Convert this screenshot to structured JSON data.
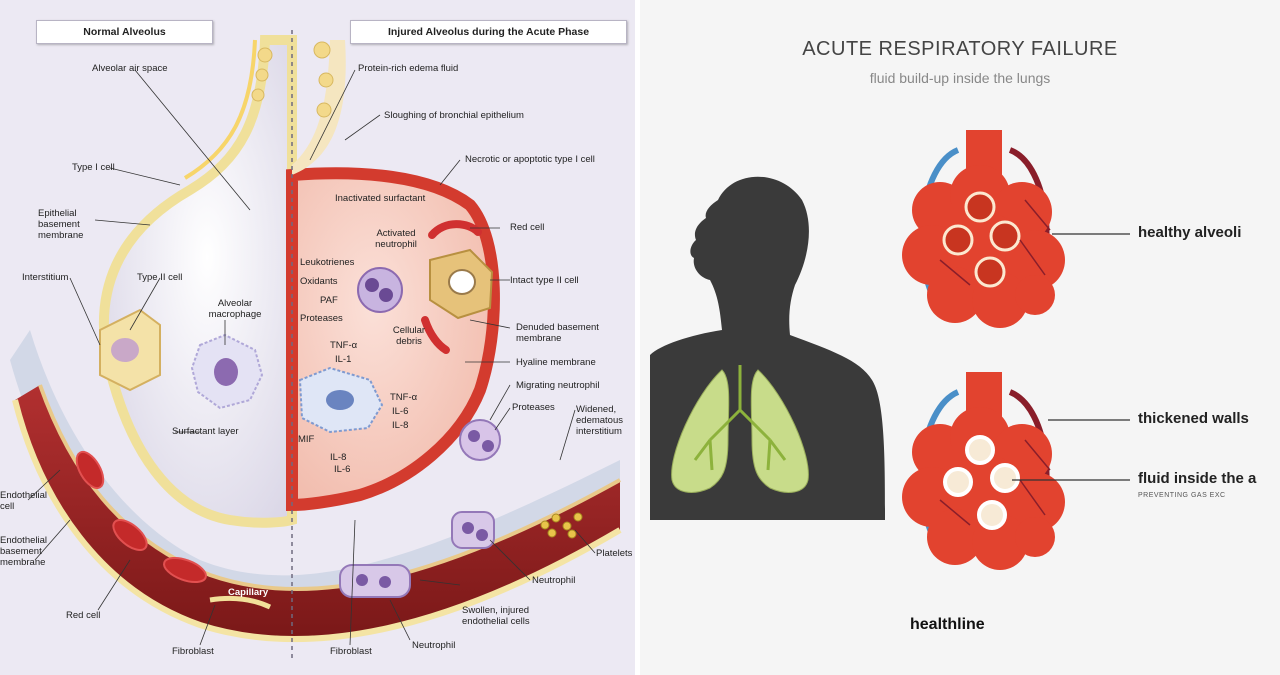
{
  "left": {
    "header_normal": "Normal Alveolus",
    "header_injured": "Injured Alveolus during the Acute Phase",
    "labels_normal": {
      "alveolar_air_space": "Alveolar air space",
      "type_i_cell": "Type I cell",
      "epithelial_basement_membrane": "Epithelial basement membrane",
      "interstitium": "Interstitium",
      "type_ii_cell": "Type II cell",
      "alveolar_macrophage": "Alveolar macrophage",
      "surfactant_layer": "Surfactant layer",
      "endothelial_cell": "Endothelial cell",
      "endothelial_basement_membrane": "Endothelial basement membrane",
      "red_cell": "Red cell",
      "capillary": "Capillary",
      "fibroblast_left": "Fibroblast",
      "fibroblast_right": "Fibroblast"
    },
    "labels_injured": {
      "protein_rich_edema_fluid": "Protein-rich edema fluid",
      "sloughing_bronchial_epithelium": "Sloughing of bronchial epithelium",
      "necrotic_type_i_cell": "Necrotic or apoptotic type I cell",
      "inactivated_surfactant": "Inactivated surfactant",
      "activated_neutrophil": "Activated neutrophil",
      "red_cell": "Red cell",
      "leukotrienes": "Leukotrienes",
      "oxidants": "Oxidants",
      "paf": "PAF",
      "proteases": "Proteases",
      "intact_type_ii_cell": "Intact type II cell",
      "cellular_debris": "Cellular debris",
      "denuded_basement_membrane": "Denuded basement membrane",
      "hyaline_membrane": "Hyaline membrane",
      "migrating_neutrophil": "Migrating neutrophil",
      "proteases_2": "Proteases",
      "widened_edematous_interstitium": "Widened, edematous interstitium",
      "platelets": "Platelets",
      "neutrophil": "Neutrophil",
      "swollen_injured_endothelial_cells": "Swollen, injured endothelial cells",
      "neutrophil_bottom": "Neutrophil",
      "tnf": "TNF-α",
      "il1": "IL-1",
      "mif": "MIF",
      "il8": "IL-8",
      "il6": "IL-6",
      "tnf2": "TNF-α",
      "il6_2": "IL-6",
      "il8_2": "IL-8"
    }
  },
  "right": {
    "title": "ACUTE RESPIRATORY FAILURE",
    "subtitle": "fluid build-up inside the lungs",
    "callout_healthy": "healthy alveoli",
    "callout_thickened": "thickened walls",
    "callout_fluid": "fluid inside the a",
    "callout_fluid_sub": "PREVENTING GAS EXC",
    "brand": "healthline"
  },
  "colors": {
    "silhouette": "#3a3a3a",
    "lungs": "#c8dc8a",
    "alveoli_red": "#e2432f",
    "vessel_blue": "#4a8fc8",
    "vessel_dark": "#8a1e2a",
    "membrane_yellow": "#f2e9a8",
    "capillary_red": "#9c2424"
  }
}
